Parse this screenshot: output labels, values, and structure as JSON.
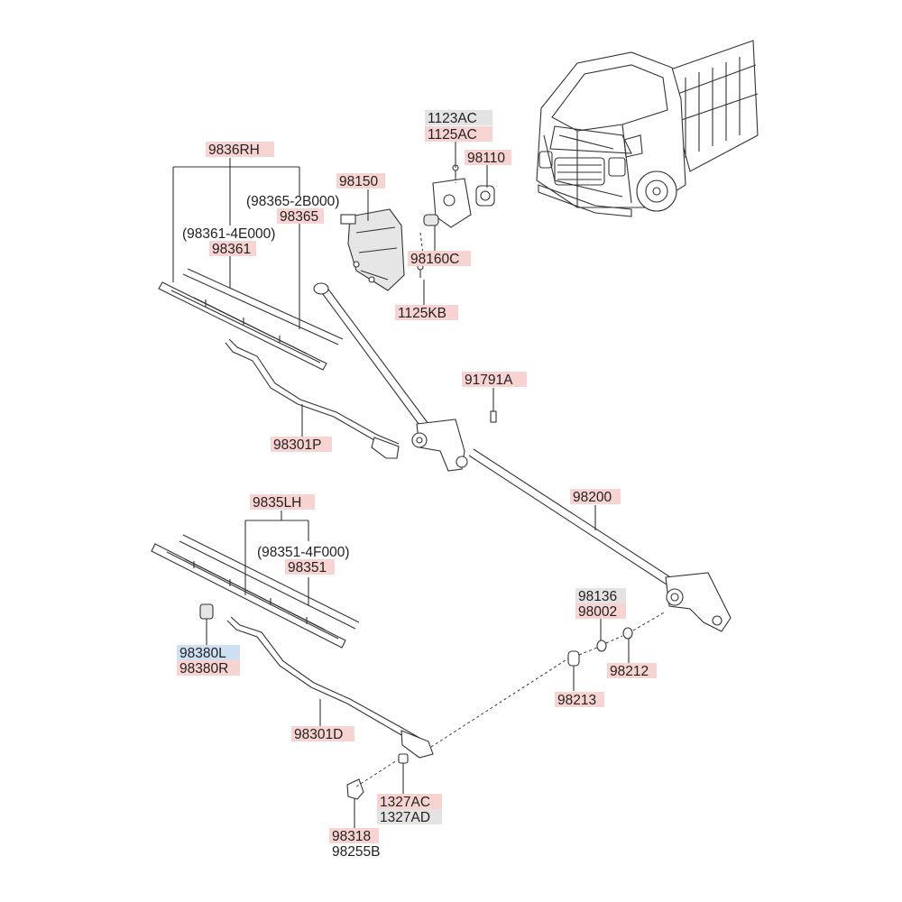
{
  "diagram": {
    "colors": {
      "highlight_red": "#f7d4d1",
      "highlight_gray": "#e3e3e3",
      "highlight_blue": "#cfe0f3",
      "line": "#333333"
    },
    "labels": {
      "l_1123ac": "1123AC",
      "l_1125ac_top": "1125AC",
      "l_98110": "98110",
      "l_98150": "98150",
      "l_98160c": "98160C",
      "l_1125kb": "1125KB",
      "l_9836rh": "9836RH",
      "l_98365_2b000": "(98365-2B000)",
      "l_98365": "98365",
      "l_98361_4e000": "(98361-4E000)",
      "l_98361": "98361",
      "l_91791a": "91791A",
      "l_98301p": "98301P",
      "l_98200": "98200",
      "l_9835lh": "9835LH",
      "l_98351_4f000": "(98351-4F000)",
      "l_98351": "98351",
      "l_98136": "98136",
      "l_98002": "98002",
      "l_98212": "98212",
      "l_98213": "98213",
      "l_98380l": "98380L",
      "l_98380r": "98380R",
      "l_98301d": "98301D",
      "l_1327ac": "1327AC",
      "l_1327ad": "1327AD",
      "l_98318": "98318",
      "l_98255b": "98255B"
    }
  }
}
